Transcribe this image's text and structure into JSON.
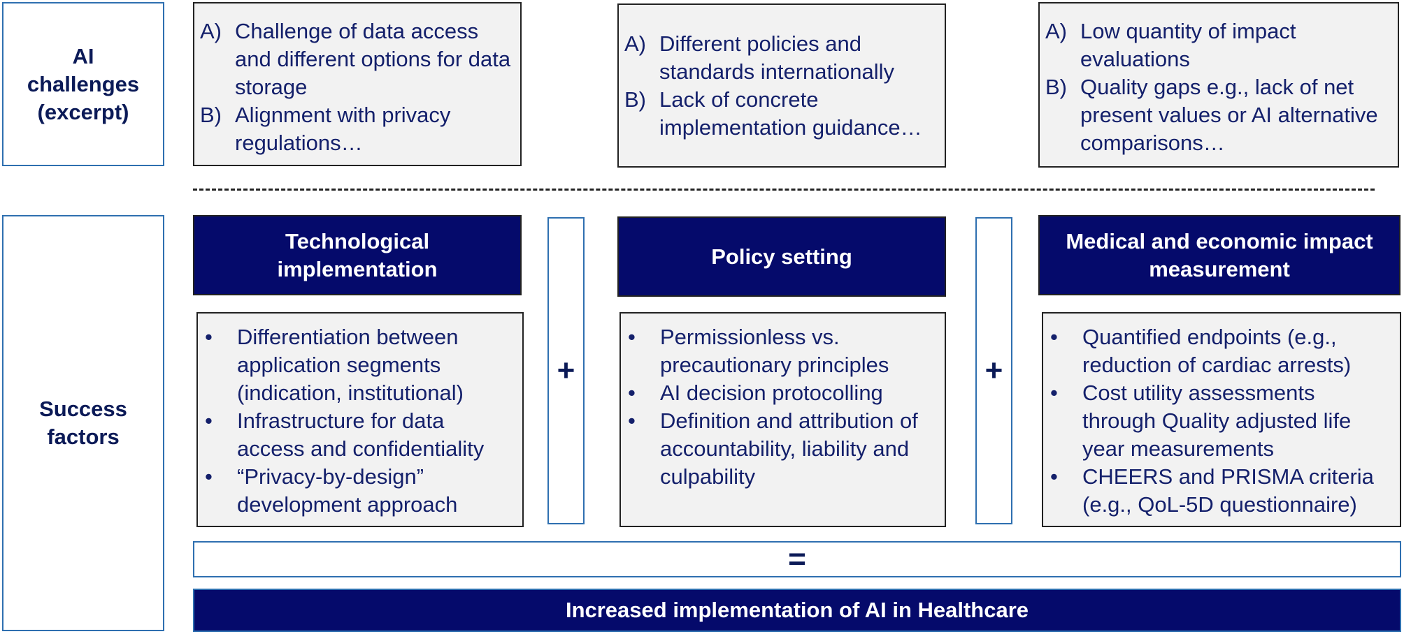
{
  "rows": {
    "challenges_label": "AI challenges (excerpt)",
    "success_label": "Success factors"
  },
  "challenges": [
    {
      "items": [
        {
          "marker": "A)",
          "text": "Challenge of data access and different options for data storage"
        },
        {
          "marker": "B)",
          "text": "Alignment with privacy regulations…"
        }
      ]
    },
    {
      "items": [
        {
          "marker": "A)",
          "text": "Different policies and standards internationally"
        },
        {
          "marker": "B)",
          "text": "Lack of concrete implementation guidance…"
        }
      ]
    },
    {
      "items": [
        {
          "marker": "A)",
          "text": "Low quantity of impact evaluations"
        },
        {
          "marker": "B)",
          "text": "Quality gaps e.g., lack of net present values or AI alternative comparisons…"
        }
      ]
    }
  ],
  "factors": [
    {
      "title": "Technological implementation",
      "bullets": [
        "Differentiation between application segments (indication, institutional)",
        "Infrastructure for data access and confidentiality",
        "“Privacy-by-design” development approach"
      ]
    },
    {
      "title": "Policy setting",
      "bullets": [
        "Permissionless vs. precautionary principles",
        "AI decision protocolling",
        "Definition and attribution of accountability, liability and culpability"
      ]
    },
    {
      "title": "Medical and economic impact measurement",
      "bullets": [
        "Quantified endpoints (e.g., reduction of cardiac arrests)",
        "Cost utility assessments through Quality adjusted life year measurements",
        "CHEERS and PRISMA criteria (e.g., QoL-5D questionnaire)"
      ]
    }
  ],
  "operators": {
    "plus": "+",
    "equals": "="
  },
  "bullet_symbol": "•",
  "result": "Increased implementation of AI in Healthcare",
  "colors": {
    "navy": "#050a6b",
    "border_blue": "#2e6fb0",
    "box_grey": "#f2f2f2"
  }
}
